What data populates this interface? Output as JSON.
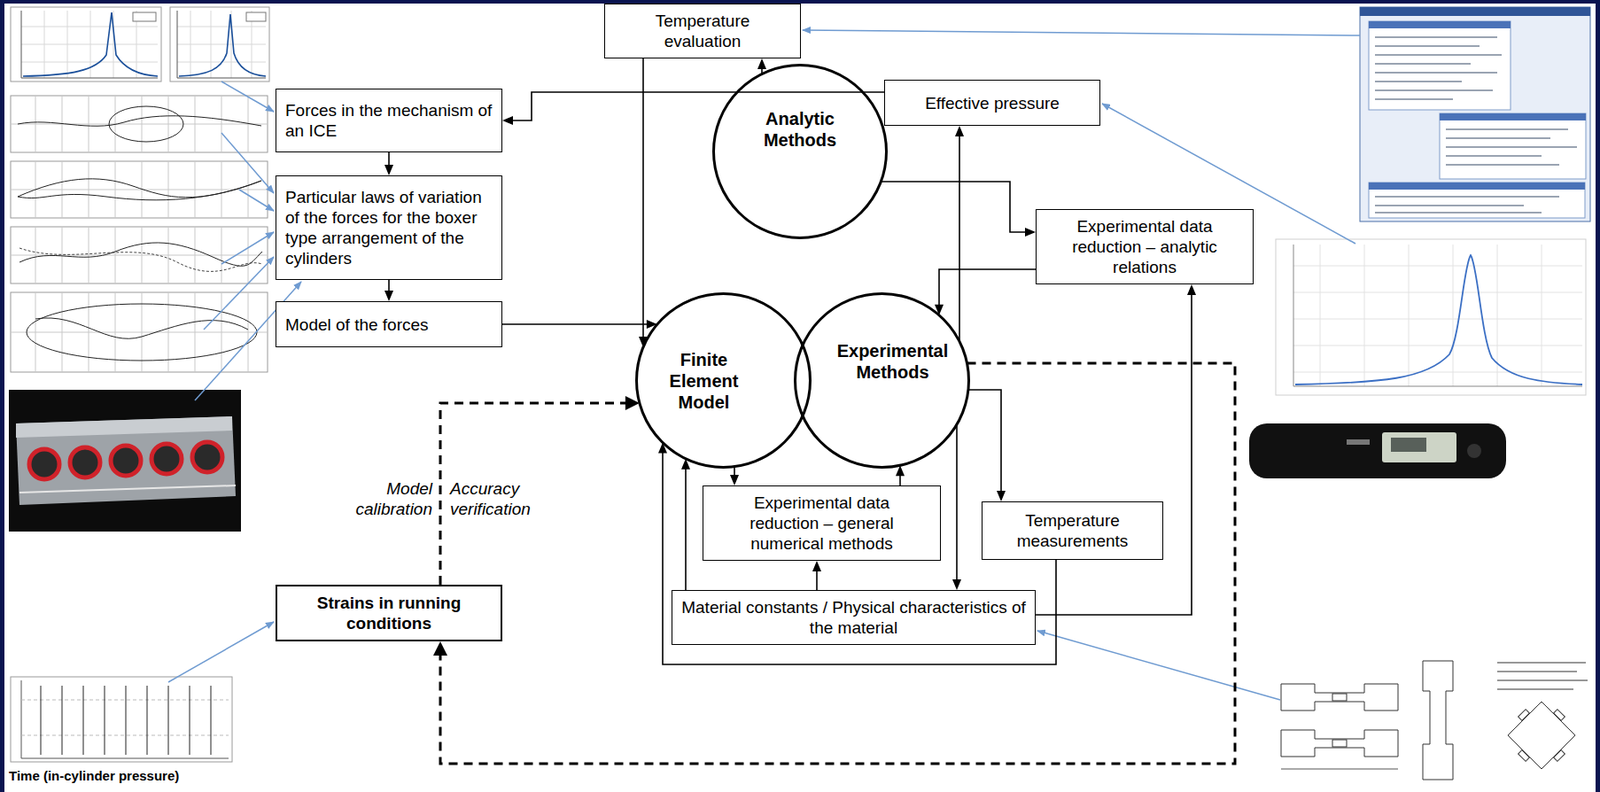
{
  "diagram": {
    "nodes": [
      {
        "text": [
          "Temperature evaluation"
        ]
      },
      {
        "text": [
          "Forces in the mechanism of an ICE"
        ]
      },
      {
        "text": [
          "Effective pressure"
        ]
      },
      {
        "text": [
          "Analytic Methods"
        ]
      },
      {
        "text": [
          "Particular laws of variation of the forces for the boxer type arrangement of the cylinders"
        ]
      },
      {
        "text": [
          "Experimental data reduction – analytic relations"
        ]
      },
      {
        "text": [
          "Model of the forces"
        ]
      },
      {
        "text": [
          "Finite Element Model"
        ]
      },
      {
        "text": [
          "Experimental Methods"
        ]
      },
      {
        "text": [
          "Experimental data reduction – general numerical methods"
        ]
      },
      {
        "text": [
          "Temperature measurements"
        ]
      },
      {
        "text": [
          "Material constants / Physical characteristics of the material"
        ]
      },
      {
        "text": [
          "Strains in running conditions"
        ]
      }
    ],
    "edges": [
      {
        "from": 2,
        "to": 1,
        "arrow": "to"
      },
      {
        "from": 3,
        "to": 0,
        "arrow": "to"
      },
      {
        "from": 0,
        "to": 7,
        "arrow": "to"
      },
      {
        "from": 8,
        "to": 2,
        "arrow": "to"
      },
      {
        "from": 3,
        "to": 5,
        "arrow": "to"
      },
      {
        "from": 5,
        "to": 8,
        "arrow": "to"
      },
      {
        "from": 1,
        "to": 4,
        "arrow": "to"
      },
      {
        "from": 4,
        "to": 6,
        "arrow": "to"
      },
      {
        "from": 6,
        "to": 7,
        "arrow": "to"
      },
      {
        "from": 7,
        "to": 9,
        "arrow": "to"
      },
      {
        "from": 9,
        "to": 8,
        "arrow": "to"
      },
      {
        "from": 11,
        "to": 9,
        "arrow": "to"
      },
      {
        "from": 8,
        "to": 10,
        "arrow": "to"
      },
      {
        "from": 8,
        "to": 11,
        "arrow": "to"
      },
      {
        "from": 11,
        "to": 5,
        "arrow": "to"
      },
      {
        "from": 10,
        "to": 7,
        "arrow": "to"
      },
      {
        "from": 11,
        "to": 7,
        "arrow": "to"
      },
      {
        "from": 12,
        "to": 7,
        "arrow": "to"
      },
      {
        "from": 8,
        "to": 12,
        "arrow": "to"
      }
    ],
    "labels": [
      "Model calibration",
      "Accuracy verification",
      "Time (in-cylinder pressure)"
    ]
  }
}
